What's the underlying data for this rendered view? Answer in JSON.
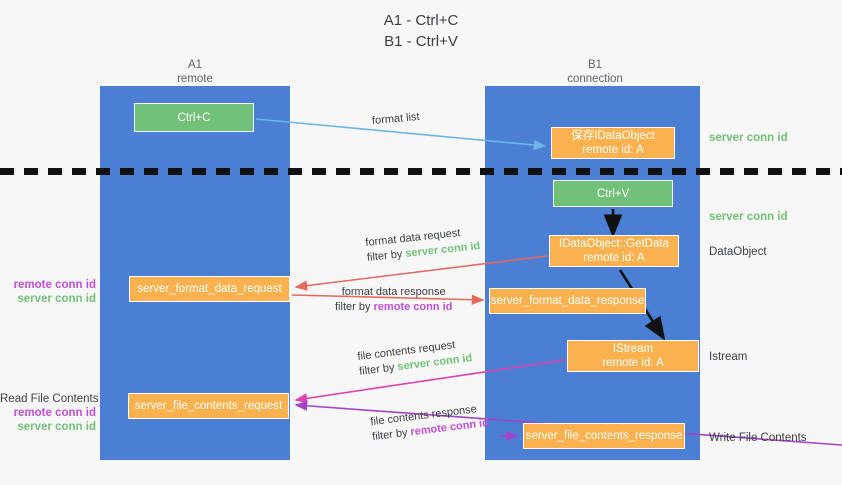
{
  "title": {
    "line1": "A1 - Ctrl+C",
    "line2": "B1 - Ctrl+V"
  },
  "lanes": [
    {
      "id": "a1",
      "name": "A1",
      "role": "remote",
      "color": "#4a7fd4"
    },
    {
      "id": "b1",
      "name": "B1",
      "role": "connection",
      "color": "#4a7fd4"
    }
  ],
  "nodes": {
    "ctrl_c": {
      "label": "Ctrl+C",
      "color": "#72c178"
    },
    "save_dataobject": {
      "label": "保存IDataObject",
      "sub": "remote id: A",
      "color": "#fcb14f"
    },
    "ctrl_v": {
      "label": "Ctrl+V",
      "color": "#72c178"
    },
    "getdata": {
      "label": "IDataObject::GetData",
      "sub": "remote id: A",
      "color": "#fcb14f"
    },
    "istream": {
      "label": "IStream",
      "sub": "remote id: A",
      "color": "#fcb14f"
    },
    "server_format_data_request": {
      "label": "server_format_data_request",
      "color": "#fcb14f"
    },
    "server_format_data_response": {
      "label": "server_format_data_response",
      "color": "#fcb14f"
    },
    "server_file_contents_request": {
      "label": "server_file_contents_request",
      "color": "#fcb14f"
    },
    "server_file_contents_response": {
      "label": "server_file_contents_response",
      "color": "#fcb14f"
    }
  },
  "arrow_labels": {
    "format_list": "format list",
    "format_data_request": "format data request",
    "format_data_request_filter_prefix": "filter by ",
    "format_data_request_filter_value": "server conn id",
    "format_data_response": "format data response",
    "format_data_response_filter_prefix": "filter by ",
    "format_data_response_filter_value": "remote conn id",
    "file_contents_request": "file contents request",
    "file_contents_request_filter_prefix": "filter by ",
    "file_contents_request_filter_value": "server conn id",
    "file_contents_response": "file contents response",
    "file_contents_response_filter_prefix": "filter by ",
    "file_contents_response_filter_value": "remote conn id"
  },
  "right_notes": {
    "server_conn_id_top": "server conn id",
    "server_conn_id_mid": "server conn id",
    "dataobject": "DataObject",
    "istream": "Istream",
    "write_file_contents": "Write File Contents"
  },
  "left_notes": {
    "remote_conn_id_1": "remote conn id",
    "server_conn_id_1": "server conn id",
    "read_file_contents": "Read File Contents",
    "remote_conn_id_2": "remote conn id",
    "server_conn_id_2": "server conn id"
  },
  "colors": {
    "lane": "#4a7fd4",
    "green_node": "#72c178",
    "orange_node": "#fcb14f",
    "green_text": "#71c176",
    "purple_text": "#c050d8",
    "arrow_blue": "#6fb4e8",
    "arrow_red": "#e8685d",
    "arrow_magenta": "#e040b0",
    "arrow_purple": "#a344c8",
    "arrow_black": "#000000",
    "background": "#f7f7f7",
    "divider": "#111111"
  }
}
